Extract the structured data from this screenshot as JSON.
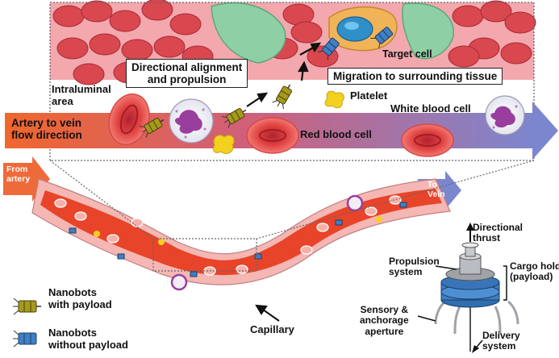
{
  "labels": {
    "directional_alignment": "Directional alignment\nand propulsion",
    "target_cell": "Target cell",
    "migration": "Migration to surrounding tissue",
    "intraluminal_area": "Intraluminal\narea",
    "platelet": "Platelet",
    "white_blood_cell": "White blood cell",
    "flow_direction": "Artery to vein\nflow direction",
    "red_blood_cell": "Red blood cell",
    "from_artery": "From\nartery",
    "to_vein": "To\nVein",
    "capillary": "Capillary",
    "directional_thrust": "Directional\nthrust",
    "propulsion_system": "Propulsion\nsystem",
    "cargo_hold": "Cargo hold\n(payload)",
    "sensory_aperture": "Sensory &\nanchorage\naperture",
    "delivery_system": "Delivery\nsystem"
  },
  "legend": {
    "with_payload": "Nanobots\nwith payload",
    "without_payload": "Nanobots\nwithout payload"
  },
  "colors": {
    "tissue_red": "#d9474f",
    "vessel_red": "#e8442a",
    "endothelium_pink": "#f4b7b4",
    "rbc_red": "#e0403f",
    "platelet_yellow": "#f2d11f",
    "nanobot_gold": "#a69a1c",
    "nanobot_blue": "#3f7fc4",
    "vein_blue": "#7b86cf",
    "artery_orange": "#ef6a3a",
    "green_cell": "#8fcfa5"
  }
}
